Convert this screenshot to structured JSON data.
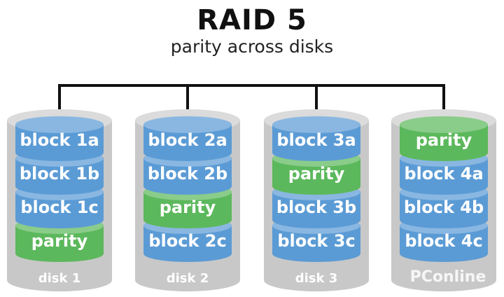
{
  "header": {
    "title": "RAID 5",
    "subtitle": "parity across disks"
  },
  "colors": {
    "data_block": "#5b9bd5",
    "parity_block": "#5cb85c",
    "disk_body": "#c8c8c8",
    "connector": "#111111"
  },
  "disks": [
    {
      "label": "disk 1",
      "blocks": [
        {
          "prefix": "block ",
          "id": "1a",
          "type": "data"
        },
        {
          "prefix": "block ",
          "id": "1b",
          "type": "data"
        },
        {
          "prefix": "block ",
          "id": "1c",
          "type": "data"
        },
        {
          "prefix": "parity",
          "id": "",
          "type": "parity"
        }
      ]
    },
    {
      "label": "disk 2",
      "blocks": [
        {
          "prefix": "block ",
          "id": "2a",
          "type": "data"
        },
        {
          "prefix": "block ",
          "id": "2b",
          "type": "data"
        },
        {
          "prefix": "parity",
          "id": "",
          "type": "parity"
        },
        {
          "prefix": "block ",
          "id": "2c",
          "type": "data"
        }
      ]
    },
    {
      "label": "disk 3",
      "blocks": [
        {
          "prefix": "block ",
          "id": "3a",
          "type": "data"
        },
        {
          "prefix": "parity",
          "id": "",
          "type": "parity"
        },
        {
          "prefix": "block ",
          "id": "3b",
          "type": "data"
        },
        {
          "prefix": "block ",
          "id": "3c",
          "type": "data"
        }
      ]
    },
    {
      "label": "",
      "blocks": [
        {
          "prefix": "parity",
          "id": "",
          "type": "parity"
        },
        {
          "prefix": "block ",
          "id": "4a",
          "type": "data"
        },
        {
          "prefix": "block ",
          "id": "4b",
          "type": "data"
        },
        {
          "prefix": "block ",
          "id": "4c",
          "type": "data"
        }
      ]
    }
  ],
  "watermark": {
    "text": "PConline"
  }
}
